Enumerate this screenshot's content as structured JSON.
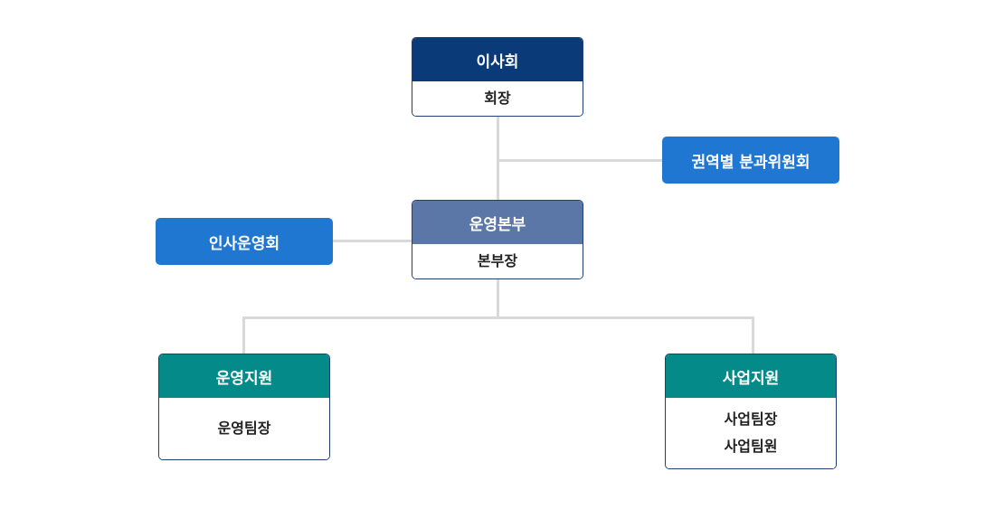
{
  "colors": {
    "board_header": "#0b3a78",
    "hq_header": "#5b77a8",
    "team_header": "#058a8a",
    "committee_box": "#1f77d2",
    "connector": "#d9d9d9",
    "card_border": "#1f3f75"
  },
  "board": {
    "title": "이사회",
    "member": "회장"
  },
  "regional_committee": {
    "label": "권역별 분과위원회"
  },
  "hr_committee": {
    "label": "인사운영회"
  },
  "hq": {
    "title": "운영본부",
    "member": "본부장"
  },
  "operations_support": {
    "title": "운영지원",
    "members": [
      "운영팀장"
    ]
  },
  "business_support": {
    "title": "사업지원",
    "members": [
      "사업팀장",
      "사업팀원"
    ]
  }
}
